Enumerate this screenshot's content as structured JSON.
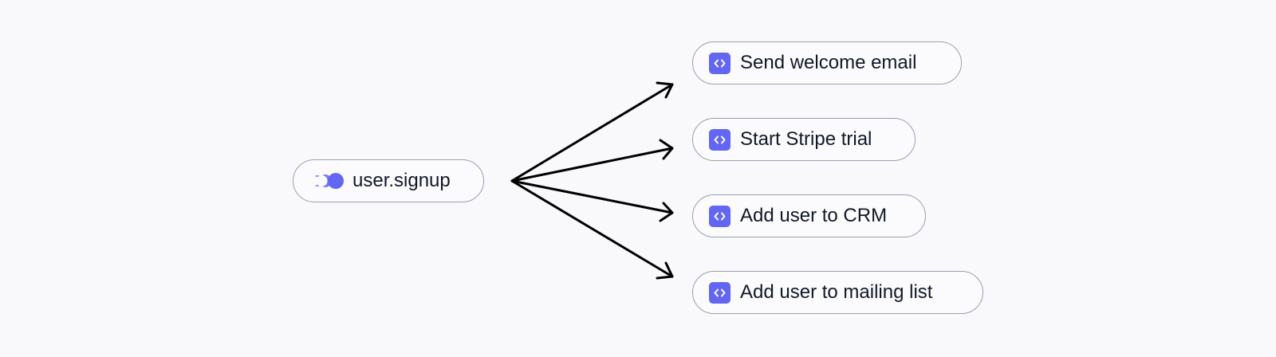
{
  "colors": {
    "background": "#f9f9fc",
    "node_border": "#97a1b1",
    "accent": "#6366f1",
    "arrow": "#000000",
    "text": "#111827"
  },
  "trigger": {
    "icon": "event-trigger-icon",
    "label": "user.signup"
  },
  "actions": [
    {
      "icon": "code-function-icon",
      "label": "Send welcome email"
    },
    {
      "icon": "code-function-icon",
      "label": "Start Stripe trial"
    },
    {
      "icon": "code-function-icon",
      "label": "Add user to CRM"
    },
    {
      "icon": "code-function-icon",
      "label": "Add user to mailing list"
    }
  ]
}
